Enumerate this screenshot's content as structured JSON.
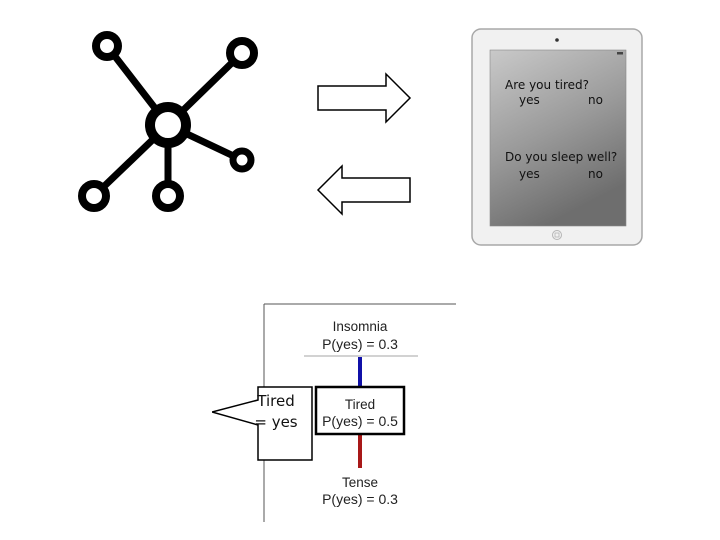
{
  "tablet": {
    "question1": "Are you tired?",
    "q1_yes": "yes",
    "q1_no": "no",
    "question2": "Do you sleep well?",
    "q2_yes": "yes",
    "q2_no": "no"
  },
  "network": {
    "node_top": {
      "name": "Insomnia",
      "prob": "P(yes) = 0.3"
    },
    "node_mid": {
      "name": "Tired",
      "prob": "P(yes) = 0.5"
    },
    "node_bottom": {
      "name": "Tense",
      "prob": "P(yes) = 0.3"
    },
    "edge_top_color": "#1010a8",
    "edge_bottom_color": "#a81818"
  },
  "callout": {
    "line1": "Tired",
    "line2": "= yes"
  },
  "icons": [
    "network-graph-icon",
    "arrow-right-icon",
    "arrow-left-icon",
    "tablet-icon",
    "home-button-icon"
  ]
}
